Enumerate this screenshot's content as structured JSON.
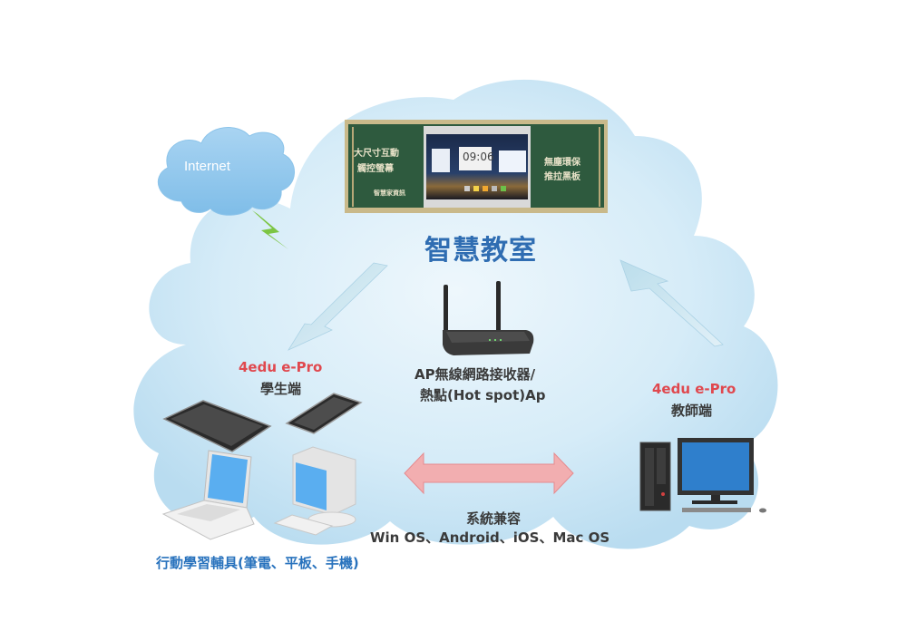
{
  "diagram": {
    "title": "智慧教室",
    "internet_label": "Internet",
    "board": {
      "left_text": [
        "大尺寸互動",
        "觸控螢幕"
      ],
      "right_text": [
        "無塵環保",
        "推拉黑板"
      ],
      "logo_text": "智慧家資訊",
      "clock": "09:06"
    },
    "router": {
      "label_line1": "AP無線網路接收器/",
      "label_line2": "熱點(Hot spot)Ap"
    },
    "student": {
      "brand": "4edu e-Pro",
      "label": "學生端"
    },
    "teacher": {
      "brand": "4edu e-Pro",
      "label": "教師端"
    },
    "compat": {
      "title": "系統兼容",
      "systems": "Win OS、Android、iOS、Mac OS"
    },
    "devices_caption": "行動學習輔具(筆電、平板、手機)",
    "colors": {
      "title_blue": "#2f6db2",
      "brand_red": "#e0484e",
      "caption_blue": "#2872bd",
      "board_green": "#2e5a3e",
      "cloud_blue": "#cfe7f5",
      "arrow_pink": "#f2aeb0"
    }
  }
}
